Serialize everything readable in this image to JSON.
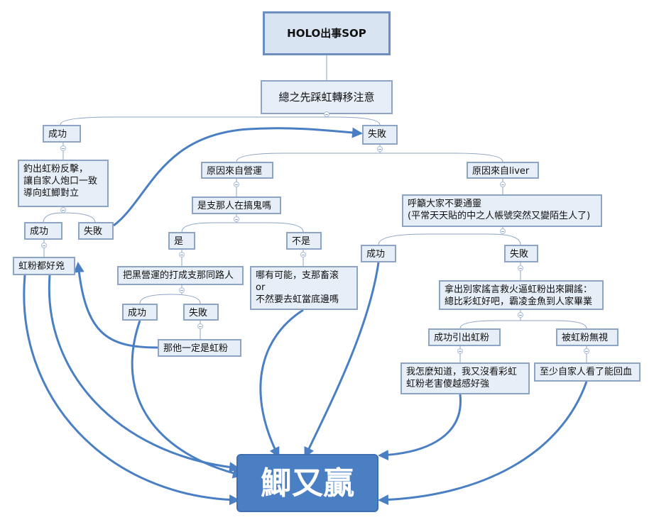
{
  "diagram": {
    "title": "HOLO出事SOP",
    "nodes": {
      "step1": "總之先踩虹轉移注意",
      "success1": "成功",
      "fail1": "失敗",
      "bait": "釣出虹粉反擊，\n讓自家人炮口一致\n導向虹鯽對立",
      "success2": "成功",
      "fail2": "失敗",
      "hongfen_good": "虹粉都好兇",
      "cause_management": "原因來自營運",
      "cause_liver": "原因來自liver",
      "is_china": "是支那人在搞鬼嗎",
      "yes": "是",
      "no": "不是",
      "blame_management": "把黑營運的打成支那同路人",
      "success3": "成功",
      "fail3": "失敗",
      "must_be_hongfen": "那他一定是虹粉",
      "maybe": "哪有可能，支那畜滚\nor\n不然要去虹當底邊嗎",
      "call_family": "呼籲大家不要通靈\n(平常天天貼的中之人帳號突然又變陌生人了)",
      "success4": "成功",
      "fail4": "失敗",
      "rumor": "拿出別家謠言救火逼虹粉出來闢謠：\n總比彩虹好吧，霸凌金魚到人家畢業",
      "lure_success": "成功引出虹粉",
      "ignored": "被虹粉無視",
      "how_know": "我怎麼知道，我又沒看彩虹\n虹粉老害傻越感好強",
      "at_least": "至少自家人看了能回血",
      "win": "鯽又贏"
    }
  }
}
